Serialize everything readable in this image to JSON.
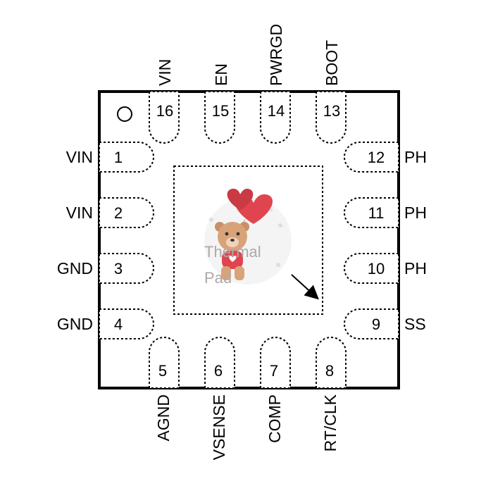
{
  "package": {
    "thermal_pad_label_line1": "Thermal",
    "thermal_pad_label_line2": "Pad"
  },
  "pins": [
    {
      "num": "1",
      "name": "VIN"
    },
    {
      "num": "2",
      "name": "VIN"
    },
    {
      "num": "3",
      "name": "GND"
    },
    {
      "num": "4",
      "name": "GND"
    },
    {
      "num": "5",
      "name": "AGND"
    },
    {
      "num": "6",
      "name": "VSENSE"
    },
    {
      "num": "7",
      "name": "COMP"
    },
    {
      "num": "8",
      "name": "RT/CLK"
    },
    {
      "num": "9",
      "name": "SS"
    },
    {
      "num": "10",
      "name": "PH"
    },
    {
      "num": "11",
      "name": "PH"
    },
    {
      "num": "12",
      "name": "PH"
    },
    {
      "num": "13",
      "name": "BOOT"
    },
    {
      "num": "14",
      "name": "PWRGD"
    },
    {
      "num": "15",
      "name": "EN"
    },
    {
      "num": "16",
      "name": "VIN"
    }
  ],
  "decorations": {
    "center_image": "teddy-bear-with-heart-balloon",
    "pin1_marker": "circle-icon",
    "arrow": "arrow-icon"
  },
  "colors": {
    "outline": "#000000",
    "heart": "#e0454f",
    "bear": "#d9a37a"
  }
}
